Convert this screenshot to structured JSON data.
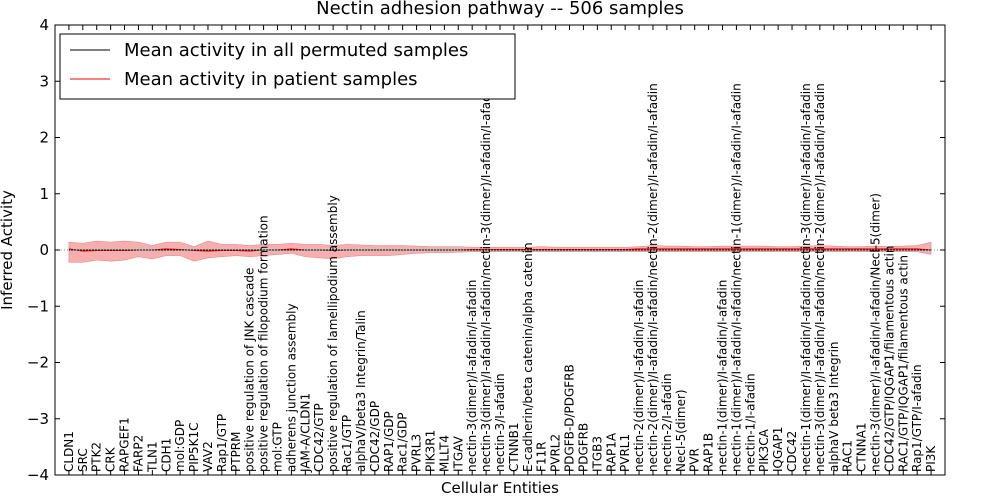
{
  "chart_data": {
    "type": "line",
    "title": "Nectin adhesion pathway -- 506 samples",
    "xlabel": "Cellular Entities",
    "ylabel": "Inferred Activity",
    "ylim": [
      -4,
      4
    ],
    "y_ticks": [
      "4",
      "3",
      "2",
      "1",
      "0",
      "−1",
      "−2",
      "−3",
      "−4"
    ],
    "y_tick_values": [
      4,
      3,
      2,
      1,
      0,
      -1,
      -2,
      -3,
      -4
    ],
    "grid": false,
    "legend_position": "top-left",
    "colors": {
      "permuted": "#000000",
      "patient": "#ff0000",
      "patient_band": "#f4a0a0",
      "permuted_band": "#d3d3d3"
    },
    "categories": [
      "CLDN1",
      "SRC",
      "PTK2",
      "CRK",
      "RAPGEF1",
      "FARP2",
      "TLN1",
      "CDH1",
      "mol:GDP",
      "PIP5K1C",
      "VAV2",
      "Rap1/GTP",
      "PTPRM",
      "positive regulation of JNK cascade",
      "positive regulation of filopodium formation",
      "mol:GTP",
      "adherens junction assembly",
      "JAM-A/CLDN1",
      "CDC42/GTP",
      "positive regulation of lamellipodium assembly",
      "Rac1/GTP",
      "alphaV/beta3 Integrin/Talin",
      "CDC42/GDP",
      "RAP1/GDP",
      "Rac1/GDP",
      "PVRL3",
      "PIK3R1",
      "MLLT4",
      "ITGAV",
      "nectin-3(dimer)/I-afadin/I-afadin",
      "nectin-3(dimer)/I-afadin/I-afadin/nectin-3(dimer)/I-afadin/I-afadin",
      "nectin-3/I-afadin",
      "CTNNB1",
      "E-cadherin/beta catenin/alpha catenin",
      "F11R",
      "PVRL2",
      "PDGFB-D/PDGFRB",
      "PDGFRB",
      "ITGB3",
      "RAP1A",
      "PVRL1",
      "nectin-2(dimer)/I-afadin/I-afadin",
      "nectin-2(dimer)/I-afadin/I-afadin/nectin-2(dimer)/I-afadin/I-afadin",
      "nectin-2/I-afadin",
      "Necl-5(dimer)",
      "PVR",
      "RAP1B",
      "nectin-1(dimer)/I-afadin/I-afadin",
      "nectin-1(dimer)/I-afadin/I-afadin/nectin-1(dimer)/I-afadin/I-afadin",
      "nectin-1/I-afadin",
      "PIK3CA",
      "IQGAP1",
      "CDC42",
      "nectin-1(dimer)/I-afadin/I-afadin/nectin-3(dimer)/I-afadin/I-afadin",
      "nectin-3(dimer)/I-afadin/I-afadin/nectin-2(dimer)/I-afadin/I-afadin",
      "alphaV beta3 Integrin",
      "RAC1",
      "CTNNA1",
      "nectin-3(dimer)/I-afadin/I-afadin/Necl-5(dimer)",
      "CDC42/GTP/IQGAP1/filamentous actin",
      "RAC1/GTP/IQGAP1/filamentous actin",
      "Rap1/GTP/I-afadin",
      "PI3K"
    ],
    "series": [
      {
        "name": "Mean activity in all permuted samples",
        "values": [
          0.0,
          0.0,
          0.0,
          0.0,
          0.0,
          0.0,
          0.0,
          0.0,
          0.0,
          0.0,
          0.0,
          0.0,
          0.0,
          0.0,
          0.0,
          0.0,
          0.0,
          0.0,
          0.0,
          0.0,
          0.0,
          0.0,
          0.0,
          0.0,
          0.0,
          0.0,
          0.0,
          0.0,
          0.0,
          0.0,
          0.0,
          0.0,
          0.0,
          0.0,
          0.0,
          0.0,
          0.0,
          0.0,
          0.0,
          0.0,
          0.0,
          0.0,
          0.0,
          0.0,
          0.0,
          0.0,
          0.0,
          0.0,
          0.0,
          0.0,
          0.0,
          0.0,
          0.0,
          0.0,
          0.0,
          0.0,
          0.0,
          0.0,
          0.0,
          0.0,
          0.0,
          0.0,
          0.0
        ],
        "band_low": [
          -0.02,
          -0.02,
          -0.02,
          -0.02,
          -0.02,
          -0.02,
          -0.02,
          -0.02,
          -0.02,
          -0.02,
          -0.02,
          -0.02,
          -0.02,
          -0.03,
          -0.03,
          -0.02,
          -0.02,
          -0.02,
          -0.02,
          -0.03,
          -0.02,
          -0.02,
          -0.02,
          -0.02,
          -0.02,
          -0.02,
          -0.02,
          -0.02,
          -0.02,
          -0.02,
          -0.02,
          -0.02,
          -0.02,
          -0.02,
          -0.02,
          -0.02,
          -0.02,
          -0.02,
          -0.02,
          -0.02,
          -0.02,
          -0.02,
          -0.02,
          -0.02,
          -0.02,
          -0.02,
          -0.02,
          -0.02,
          -0.02,
          -0.02,
          -0.02,
          -0.02,
          -0.02,
          -0.02,
          -0.02,
          -0.02,
          -0.02,
          -0.02,
          -0.02,
          -0.02,
          -0.02,
          -0.02,
          -0.02
        ],
        "band_high": [
          0.02,
          0.02,
          0.02,
          0.02,
          0.02,
          0.02,
          0.02,
          0.02,
          0.02,
          0.02,
          0.02,
          0.02,
          0.02,
          0.03,
          0.03,
          0.02,
          0.02,
          0.02,
          0.02,
          0.03,
          0.02,
          0.02,
          0.02,
          0.02,
          0.02,
          0.02,
          0.02,
          0.02,
          0.02,
          0.02,
          0.02,
          0.02,
          0.02,
          0.02,
          0.02,
          0.02,
          0.02,
          0.02,
          0.02,
          0.02,
          0.02,
          0.02,
          0.02,
          0.02,
          0.02,
          0.02,
          0.02,
          0.02,
          0.02,
          0.02,
          0.02,
          0.02,
          0.02,
          0.02,
          0.02,
          0.02,
          0.02,
          0.02,
          0.02,
          0.02,
          0.02,
          0.02,
          0.02
        ]
      },
      {
        "name": "Mean activity in patient samples",
        "values": [
          0.02,
          -0.02,
          -0.01,
          -0.01,
          -0.01,
          0.0,
          0.0,
          0.02,
          0.01,
          -0.01,
          -0.02,
          -0.01,
          -0.01,
          -0.02,
          0.0,
          0.0,
          0.02,
          0.0,
          0.0,
          -0.01,
          0.0,
          0.0,
          0.0,
          0.0,
          0.0,
          0.0,
          0.0,
          0.0,
          0.0,
          0.01,
          0.01,
          0.01,
          0.01,
          0.01,
          0.01,
          0.01,
          0.01,
          0.01,
          0.01,
          0.01,
          0.01,
          0.02,
          0.02,
          0.02,
          0.02,
          0.02,
          0.02,
          0.02,
          0.02,
          0.02,
          0.02,
          0.02,
          0.02,
          0.02,
          0.02,
          0.02,
          0.02,
          0.02,
          0.02,
          0.02,
          0.02,
          0.02,
          0.0
        ],
        "band_low": [
          -0.22,
          -0.22,
          -0.18,
          -0.2,
          -0.18,
          -0.12,
          -0.16,
          -0.1,
          -0.1,
          -0.2,
          -0.14,
          -0.12,
          -0.1,
          -0.12,
          -0.1,
          -0.08,
          -0.06,
          -0.12,
          -0.14,
          -0.16,
          -0.12,
          -0.1,
          -0.1,
          -0.1,
          -0.08,
          -0.06,
          -0.05,
          -0.05,
          -0.04,
          -0.03,
          -0.03,
          -0.03,
          -0.03,
          -0.03,
          -0.03,
          -0.03,
          -0.03,
          -0.03,
          -0.03,
          -0.03,
          -0.03,
          -0.03,
          -0.03,
          -0.03,
          -0.03,
          -0.03,
          -0.03,
          -0.03,
          -0.03,
          -0.03,
          -0.03,
          -0.03,
          -0.03,
          -0.03,
          -0.03,
          -0.03,
          -0.03,
          -0.03,
          -0.03,
          -0.03,
          -0.03,
          -0.03,
          -0.08
        ],
        "band_high": [
          0.14,
          0.12,
          0.16,
          0.14,
          0.16,
          0.14,
          0.08,
          0.14,
          0.14,
          0.06,
          0.16,
          0.1,
          0.1,
          0.08,
          0.1,
          0.1,
          0.12,
          0.1,
          0.1,
          0.08,
          0.1,
          0.09,
          0.08,
          0.08,
          0.08,
          0.07,
          0.06,
          0.06,
          0.06,
          0.05,
          0.05,
          0.05,
          0.05,
          0.05,
          0.06,
          0.05,
          0.05,
          0.05,
          0.05,
          0.05,
          0.05,
          0.06,
          0.08,
          0.07,
          0.07,
          0.06,
          0.06,
          0.07,
          0.07,
          0.07,
          0.07,
          0.06,
          0.06,
          0.07,
          0.08,
          0.07,
          0.06,
          0.06,
          0.07,
          0.06,
          0.07,
          0.08,
          0.14
        ]
      }
    ]
  }
}
